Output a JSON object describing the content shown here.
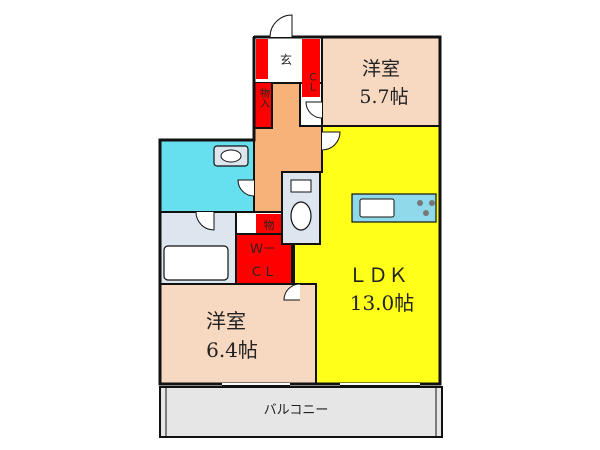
{
  "rooms": {
    "western_room_1": {
      "name": "洋室",
      "size": "5.7帖",
      "color": "#f7d8c1"
    },
    "western_room_2": {
      "name": "洋室",
      "size": "6.4帖",
      "color": "#f7d8c1"
    },
    "ldk": {
      "name": "ＬＤＫ",
      "size": "13.0帖",
      "color": "#ffff1a"
    },
    "bathroom": {
      "color": "#dde6ef"
    },
    "washroom": {
      "color": "#66e0ef"
    },
    "corridor": {
      "color": "#f7b27a"
    },
    "toilet": {
      "color": "#dde6ef"
    },
    "balcony": {
      "name": "バルコニー",
      "color": "#e6e6e6"
    }
  },
  "storage": {
    "entrance": "玄",
    "closet_cl": "ＣＬ",
    "storage_1": "物入",
    "storage_2": "物",
    "walk_in_closet_line1": "Ｗ－",
    "walk_in_closet_line2": "ＣＬ",
    "color": "#ff0000"
  },
  "colors": {
    "wall": "#111111",
    "kitchen_counter": "#8fd9ea"
  }
}
